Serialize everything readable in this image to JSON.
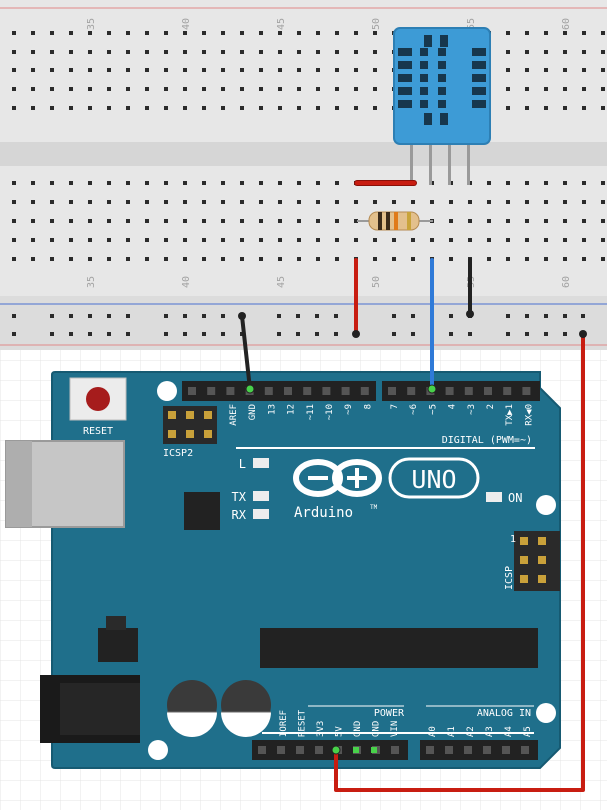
{
  "breadboard": {
    "column_labels": [
      "35",
      "40",
      "45",
      "50",
      "55",
      "60"
    ]
  },
  "components": {
    "sensor": {
      "pin_count": 4
    },
    "resistor": {}
  },
  "arduino": {
    "brand": "Arduino",
    "trademark": "TM",
    "model": "UNO",
    "reset_label": "RESET",
    "icsp2_label": "ICSP2",
    "icsp_label": "ICSP",
    "icsp_pin1": "1",
    "digital_label": "DIGITAL (PWM=~)",
    "power_label": "POWER",
    "analog_label": "ANALOG IN",
    "led_l": "L",
    "led_tx": "TX",
    "led_rx": "RX",
    "led_on": "ON",
    "digital_pins": [
      "AREF",
      "GND",
      "13",
      "12",
      "~11",
      "~10",
      "~9",
      "8",
      "7",
      "~6",
      "~5",
      "4",
      "~3",
      "2",
      "TX▶1",
      "RX◀0"
    ],
    "power_pins": [
      "IOREF",
      "RESET",
      "3V3",
      "5V",
      "GND",
      "GND",
      "VIN"
    ],
    "analog_pins": [
      "A0",
      "A1",
      "A2",
      "A3",
      "A4",
      "A5"
    ]
  },
  "colors": {
    "board": "#1f6f8b",
    "sensor": "#3d9bd6",
    "wire_red": "#c81d11",
    "wire_black": "#222222",
    "wire_blue": "#2f7ad8",
    "highlight": "#48d14a",
    "breadboard": "#e7e7e7"
  }
}
